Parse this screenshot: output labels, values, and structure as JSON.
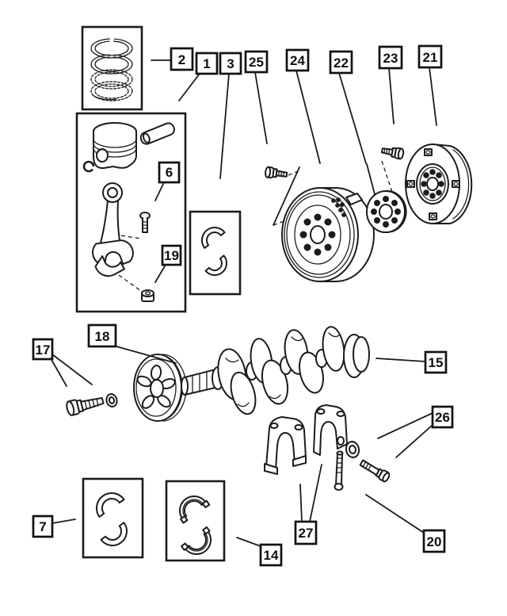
{
  "colors": {
    "background": "#ffffff",
    "line": "#1c1c1c",
    "label_text": "#111111"
  },
  "callouts": [
    {
      "number": "2",
      "part": "piston-ring-set"
    },
    {
      "number": "1",
      "part": "piston-and-rod-assembly"
    },
    {
      "number": "3",
      "part": "connecting-rod-bearing-set"
    },
    {
      "number": "25",
      "part": "flywheel-bolt"
    },
    {
      "number": "24",
      "part": "flywheel"
    },
    {
      "number": "22",
      "part": "spacer-plate"
    },
    {
      "number": "23",
      "part": "torque-converter-bolt"
    },
    {
      "number": "21",
      "part": "torque-converter"
    },
    {
      "number": "6",
      "part": "connecting-rod-bolt"
    },
    {
      "number": "19",
      "part": "connecting-rod-nut"
    },
    {
      "number": "18",
      "part": "crankshaft-damper-pulley"
    },
    {
      "number": "17",
      "part": "damper-bolt-and-washer"
    },
    {
      "number": "15",
      "part": "crankshaft"
    },
    {
      "number": "26",
      "part": "bearing-cap-washer-and-bolt"
    },
    {
      "number": "7",
      "part": "main-bearing-set"
    },
    {
      "number": "27",
      "part": "main-bearing-caps"
    },
    {
      "number": "20",
      "part": "bearing-cap-bolt"
    },
    {
      "number": "14",
      "part": "thrust-bearing-set"
    }
  ]
}
